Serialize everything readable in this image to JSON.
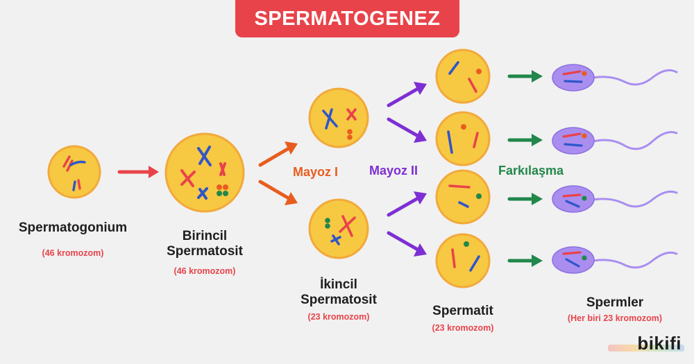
{
  "title": "SPERMATOGENEZ",
  "labels": {
    "spermatogonium": {
      "name": "Spermatogonium",
      "count": "(46 kromozom)"
    },
    "birincil": {
      "name": "Birincil\nSpermatosit",
      "count": "(46 kromozom)"
    },
    "ikincil": {
      "name": "İkincil\nSpermatosit",
      "count": "(23 kromozom)"
    },
    "spermatit": {
      "name": "Spermatit",
      "count": "(23 kromozom)"
    },
    "spermler": {
      "name": "Spermler",
      "count": "(Her biri 23 kromozom)"
    }
  },
  "stages": {
    "mayoz1": "Mayoz I",
    "mayoz2": "Mayoz II",
    "farklilasma": "Farkılaşma"
  },
  "logo": "bikifi",
  "colors": {
    "title_bg": "#e8434a",
    "cell_fill": "#f7c842",
    "cell_border": "#f2a93b",
    "chrom_red": "#e8434a",
    "chrom_blue": "#2f56c9",
    "mayoz1": "#e85d1f",
    "mayoz2": "#7d2fd4",
    "farklilasma": "#21874a",
    "sperm": "#a98ef0"
  }
}
